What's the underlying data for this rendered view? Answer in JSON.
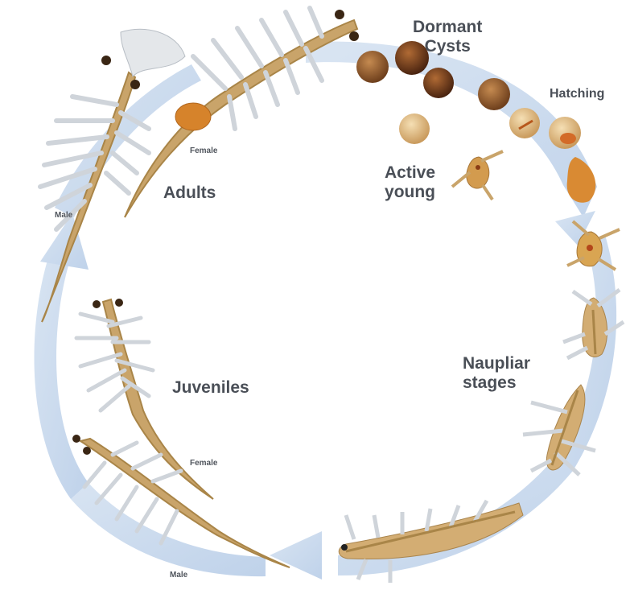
{
  "diagram": {
    "labels": {
      "dormant_cysts": [
        "Dormant",
        "Cysts"
      ],
      "hatching": "Hatching",
      "active_young": [
        "Active",
        "young"
      ],
      "naupliar_stages": [
        "Naupliar",
        "stages"
      ],
      "adults": "Adults",
      "juveniles": "Juveniles",
      "female_adult": "Female",
      "male_adult": "Male",
      "female_juvenile": "Female",
      "male_juvenile": "Male"
    },
    "colors": {
      "arrow": "#c9d9ec",
      "arrow_edge": "#b3c8e2",
      "body": "#c9a46a",
      "gut": "#a98548",
      "legs": "#cfd4da",
      "eggs": "#d6832b",
      "cyst_dark": "#5a2e12",
      "cyst_light": "#e7c48e"
    }
  }
}
